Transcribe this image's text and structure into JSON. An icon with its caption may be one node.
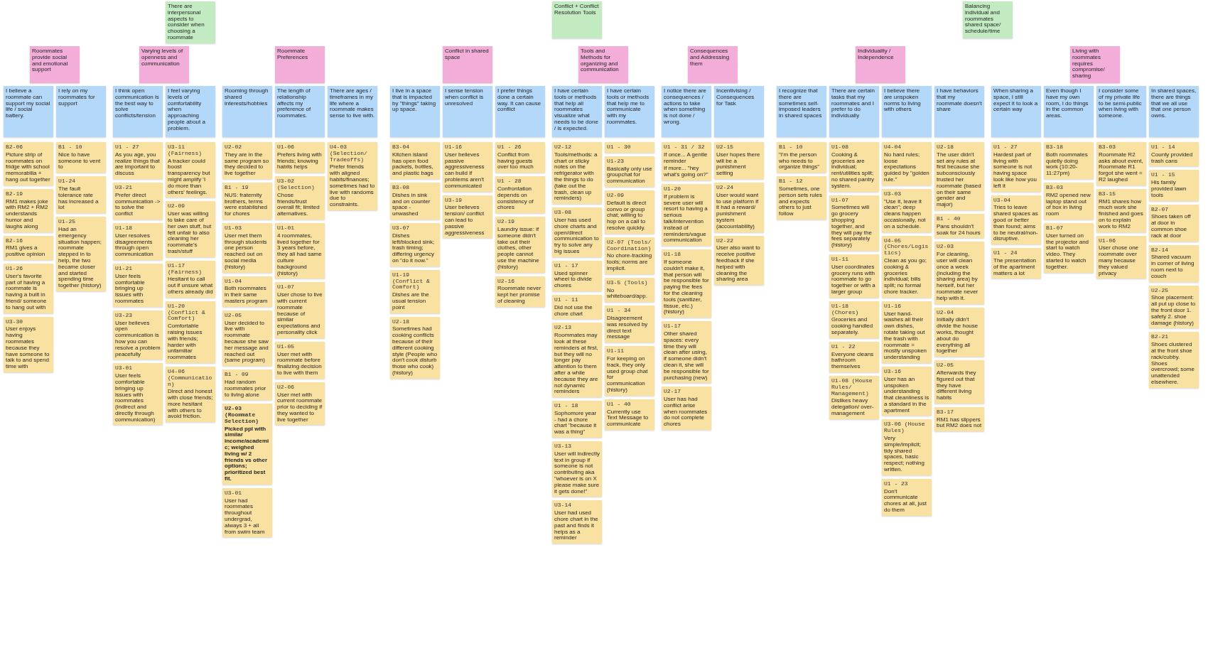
{
  "diagram": {
    "nodes": [
      {
        "text": [
          "There are interpersonal aspects to consider when choosing a roommate"
        ]
      },
      {
        "text": [
          "Conflict + Conflict Resolution Tools"
        ]
      },
      {
        "text": [
          "Balancing individual and roommates shared space/ schedule/time"
        ]
      },
      {
        "text": [
          "Roommates provide social and emotional support"
        ]
      },
      {
        "text": [
          "Varying levels of openness and communication"
        ]
      },
      {
        "text": [
          "Roommate Preferences"
        ]
      },
      {
        "text": [
          "Conflict in shared space"
        ]
      },
      {
        "text": [
          "Tools and Methods for organizing and communication"
        ]
      },
      {
        "text": [
          "Consequences and Addressing them"
        ]
      },
      {
        "text": [
          "Individuality / Independence"
        ]
      },
      {
        "text": [
          "Living with roommates requires compromise/ sharing"
        ]
      },
      {
        "text": [
          "I believe a roommate can support my social life / social battery."
        ]
      },
      {
        "text": [
          "I rely on my roommates for support"
        ]
      },
      {
        "text": [
          "I think open communication is the best way to solve conflicts/tension"
        ]
      },
      {
        "text": [
          "I feel varying levels of comfortability when approaching people about a problem."
        ]
      },
      {
        "text": [
          "Rooming through shared interests/hobbies"
        ]
      },
      {
        "text": [
          "The length of relationship affects my preference of roommates."
        ]
      },
      {
        "text": [
          "There are ages / timeframes in my life where a roommate makes sense to live with."
        ]
      },
      {
        "text": [
          "I live in a space that is impacted by \"things\" taking up space."
        ]
      },
      {
        "text": [
          "I sense tension when conflict is unresolved"
        ]
      },
      {
        "text": [
          "I prefer things done a certain way. It can cause conflict"
        ]
      },
      {
        "text": [
          "I have certain tools or methods that help all roommates visualize what needs to be done / is expected."
        ]
      },
      {
        "text": [
          "I have certain tools or methods that help me to communicate with my roommates."
        ]
      },
      {
        "text": [
          "I notice there are consequences / actions to take when something is not done / wrong."
        ]
      },
      {
        "text": [
          "Incentivising / Consequences for Task"
        ]
      },
      {
        "text": [
          "I recognize that there are sometimes self-imposed leaders in shared spaces"
        ]
      },
      {
        "text": [
          "There are certain tasks that my roommates and I prefer to do individually"
        ]
      },
      {
        "text": [
          "I believe there are unspoken norms to living with others"
        ]
      },
      {
        "text": [
          "I have behaviors that my roommate doesn't share"
        ]
      },
      {
        "text": [
          "When sharing a space, I still expect it to look a certain way"
        ]
      },
      {
        "text": [
          "Even though I have my own room, I do things in the common areas."
        ]
      },
      {
        "text": [
          "I consider some of my private life to be semi-public when living with someone."
        ]
      },
      {
        "text": [
          "In shared spaces, there are things that we all use that one person owns."
        ]
      },
      {
        "text": [
          "B2-06",
          "Picture strip of roommates on fridge with school memorabilia + hang out together"
        ]
      },
      {
        "text": [
          "B2-19",
          "RM1 makes joke with RM2 + RM2 understands humor and laughs along"
        ]
      },
      {
        "text": [
          "B2-16",
          "RM1 gives a positive opinion"
        ]
      },
      {
        "text": [
          "U1-26",
          "User's favorite part of having a roommate is having a built in friend/ someone to hang out with"
        ]
      },
      {
        "text": [
          "U3-30",
          "User enjoys having roommates because they have someone to talk to and spend time with"
        ]
      },
      {
        "text": [
          "B1 - 10",
          "Nice to have someone to vent to"
        ]
      },
      {
        "text": [
          "U1-24",
          "The fault tolerance rate has increased a lot"
        ]
      },
      {
        "text": [
          "U1-25",
          "Had an emergency situation happen; roommate stepped in to help, the two became closer and started spending time together (history)"
        ]
      },
      {
        "text": [
          "U1 - 27",
          "As you age, you realize things that are important to discuss"
        ]
      },
      {
        "text": [
          "U3-21",
          "Prefer direct communication -> to solve the conflict"
        ]
      },
      {
        "text": [
          "U1-18",
          "User resolves disagreements through open communication"
        ]
      },
      {
        "text": [
          "U1-21",
          "User feels comfortable bringing up issues with roommates"
        ]
      },
      {
        "text": [
          "U3-23",
          "User believes open communication is how you can resolve a problem peacefully"
        ]
      },
      {
        "text": [
          "U3-01",
          "User feels comfortable bringing up issues with roommates (indirect and directly through communication)"
        ]
      },
      {
        "text": [
          "U3-11 (Fairness)",
          "A tracker could boost transparency but might amplify 'I do more than others' feelings."
        ]
      },
      {
        "text": [
          "U2-09",
          "User was willing to take care of her own stuff, but felt unfair to also cleaning her roommate's trash/stuff"
        ]
      },
      {
        "text": [
          "U1-17 (Fairness)",
          "Hesitant to call out if unsure what others already did"
        ]
      },
      {
        "text": [
          "U1-20 (Conflict & Comfort)",
          "Comfortable raising issues with friends; harder with unfamiliar roommates"
        ]
      },
      {
        "text": [
          "U4-06 (Communication)",
          "Direct and honest with close friends; more hesitant with others to avoid friction."
        ]
      },
      {
        "text": [
          "U2-02",
          "They are in the same program so they decided to live together"
        ]
      },
      {
        "text": [
          "B1 - 19",
          "NUS: fraternity brothers, terms were established for chores"
        ]
      },
      {
        "text": [
          "U1-03",
          "User met them through students one person reached out on social media (history)"
        ]
      },
      {
        "text": [
          "U1-04",
          "Both roommates in their same masters program"
        ]
      },
      {
        "text": [
          "U2-05",
          "User decided to live with roommate because she saw her message and reached out (same program)"
        ]
      },
      {
        "text": [
          "B1 - 09",
          "Had random roommates prior to living alone"
        ]
      },
      {
        "text": [
          "U2-03 (Roommate Selection)",
          "Picked ppl with similar income/academic; weighed living w/ 2 friends vs other options; prioritized best fit."
        ]
      },
      {
        "text": [
          "U3-01",
          "User had roommates throughout undergrad, always 3 + all from swim team"
        ]
      },
      {
        "text": [
          "U1-06",
          "Prefers living with friends; knowing habits helps"
        ]
      },
      {
        "text": [
          "U3-02 (Selection)",
          "Chose friends/trust overall fit; limited alternatives."
        ]
      },
      {
        "text": [
          "U1-01",
          "4 roommates, lived together for 3 years before, they all had same culture background (history)"
        ]
      },
      {
        "text": [
          "U1-07",
          "User chose to live with current roommate because of similar expectations and personality click"
        ]
      },
      {
        "text": [
          "U1-05",
          "User met with roommate before finalizing decision to live with them"
        ]
      },
      {
        "text": [
          "U2-06",
          "User met with current roommate prior to deciding if they wanted to live together"
        ]
      },
      {
        "text": [
          "U4-03 (Selection/ Tradeoffs)",
          "Prefer friends with aligned habits/finances; sometimes had to live with randoms due to constraints."
        ]
      },
      {
        "text": [
          "B3-04",
          "Kitchen island has open food packets, bottles, and plastic bags"
        ]
      },
      {
        "text": [
          "B3-08",
          "Dishes in sink and on counter space - unwashed"
        ]
      },
      {
        "text": [
          "U3-07",
          "Dishes left/blocked sink; trash timing; differing urgency on \"do it now.\""
        ]
      },
      {
        "text": [
          "U1-19 (Conflict & Comfort)",
          "Dishes are the usual tension point"
        ]
      },
      {
        "text": [
          "U2-18",
          "Sometimes had cooking conflicts because of their different cooking style (People who don't cook disturb those who cook) (history)"
        ]
      },
      {
        "text": [
          "U1-16",
          "User believes passive aggressiveness can build if problems aren't communicated"
        ]
      },
      {
        "text": [
          "U3-19",
          "User believes tension/ conflict can lead to passive aggressiveness"
        ]
      },
      {
        "text": [
          "U1 - 26",
          "Conflict from having guests over too much"
        ]
      },
      {
        "text": [
          "U1 - 28",
          "Confrontation depends on consistency of chores"
        ]
      },
      {
        "text": [
          "U2-19",
          "Laundry issue: if someone didn't take out their clothes, other people cannot use the machine (history)"
        ]
      },
      {
        "text": [
          "U2-16",
          "Roommate never kept her promise of cleaning"
        ]
      },
      {
        "text": [
          "U2-12",
          "Tools/methods: a chart or sticky notes on the refrigerator with the things to do (take out the trash, clean up reminders)"
        ]
      },
      {
        "text": [
          "U3-08",
          "User has used chore charts and open/direct communication to try to solve any big issues"
        ]
      },
      {
        "text": [
          "U1 - 17",
          "Used spinner wheel to divide chores"
        ]
      },
      {
        "text": [
          "U1 - 11",
          "Did not use the chore chart"
        ]
      },
      {
        "text": [
          "U2-13",
          "Roommates may look at these reminders at first, but they will no longer pay attention to them after a while because they are not dynamic reminders"
        ]
      },
      {
        "text": [
          "U1 - 18",
          "Sophomore year - had a chore chart \"because it was a thing\""
        ]
      },
      {
        "text": [
          "U3-13",
          "User will indirectly text in group if someone is not contributing aka \"whoever is on X please make sure it gets done!\""
        ]
      },
      {
        "text": [
          "U3-14",
          "User had used chore chart in the past and finds it helps as a reminder"
        ]
      },
      {
        "text": [
          "U1 - 30"
        ]
      },
      {
        "text": [
          "U1-23",
          "Basically only use groupchat for communication"
        ]
      },
      {
        "text": [
          "U2-09",
          "Default is direct convo or group chat; willing to hop on a call to resolve quickly."
        ]
      },
      {
        "text": [
          "U2-07 (Tools/ Coordination)",
          "No chore-tracking tools; norms are implicit."
        ]
      },
      {
        "text": [
          "U3-5 (Tools)",
          "No whiteboard/app."
        ]
      },
      {
        "text": [
          "U1 - 34",
          "Disagreement was resolved by direct text message"
        ]
      },
      {
        "text": [
          "U1-11",
          "For keeping on track, they only used group chat for communication (history)"
        ]
      },
      {
        "text": [
          "U1 - 40",
          "Currently use Text Message to communicate"
        ]
      },
      {
        "text": [
          "U1 - 31 / 32",
          "If once... A gentle reminder",
          "If more... \"hey what's going on?\""
        ]
      },
      {
        "text": [
          "U1-20",
          "If problem is severe user will resort to having a serious talk/intervention instead of reminders/vague communication"
        ]
      },
      {
        "text": [
          "U1-18",
          "If someone couldn't make it, that person will be responsible for paying the fees for the cleaning tools (sanitizer, tissue, etc.) (history)"
        ]
      },
      {
        "text": [
          "U1-17",
          "Other shared spaces: every time they will clean after using, if someone didn't clean it, she will be responsible for purchasing (new)"
        ]
      },
      {
        "text": [
          "U2-17",
          "User has had conflict arise when roommates do not complete chores"
        ]
      },
      {
        "text": [
          "U2-15",
          "User hopes there will be a punishment setting"
        ]
      },
      {
        "text": [
          "U2-24",
          "User would want to use platform if it had a reward/ punishment system (accountability)"
        ]
      },
      {
        "text": [
          "U2-22",
          "User also want to receive positive feedback if she helped with cleaning the sharing area"
        ]
      },
      {
        "text": [
          "B1 - 10",
          "\"I'm the person who needs to organize things\""
        ]
      },
      {
        "text": [
          "B1 - 12",
          "Sometimes, one person sets rules and expects others to just follow"
        ]
      },
      {
        "text": [
          "U1-08",
          "Cooking & groceries are individual; rent/utilities split; no shared pantry system."
        ]
      },
      {
        "text": [
          "U1-07",
          "Sometimes will go grocery shopping together, and they will pay the fees separately (history)"
        ]
      },
      {
        "text": [
          "U1-11",
          "User coordinates grocery runs with roommate to go together or with a larger group"
        ]
      },
      {
        "text": [
          "U1-18 (Chores)",
          "Groceries and cooking handled separately."
        ]
      },
      {
        "text": [
          "U1 - 22",
          "Everyone cleans bathroom themselves"
        ]
      },
      {
        "text": [
          "U1-08 (House Rules/ Management)",
          "Dislikes heavy delegation/ over-management"
        ]
      },
      {
        "text": [
          "U4-04",
          "No hard rules; loose expectations guided by \"golden rule.\""
        ]
      },
      {
        "text": [
          "U3-03",
          "\"Use it, leave it clean\"; deep cleans happen occasionally, not on a schedule."
        ]
      },
      {
        "text": [
          "U4-05 (Chores/Logistics)",
          "Clean as you go; cooking & groceries individual; bills split; no formal chore tracker."
        ]
      },
      {
        "text": [
          "U1-16",
          "User hand-washes all their own dishes, rotate taking out the trash with roommate = mostly unspoken understanding"
        ]
      },
      {
        "text": [
          "U3-16",
          "User has an unspoken understanding that cleanliness is a standard in the apartment"
        ]
      },
      {
        "text": [
          "U3-06 (House Rules)",
          "Very simple/implicit; tidy shared spaces, basic respect; nothing written."
        ]
      },
      {
        "text": [
          "U1 - 23",
          "Don't communicate chores at all, just do them"
        ]
      },
      {
        "text": [
          "U2-18",
          "The user didn't set any rules at first because she subconsciously trusted her roommate (based on their same gender and major)"
        ]
      },
      {
        "text": [
          "B1 - 40",
          "Pans shouldn't soak for 24 hours"
        ]
      },
      {
        "text": [
          "U2-03",
          "For cleaning, user will clean once a week (including the sharing area) by herself, but her roommate never help with it."
        ]
      },
      {
        "text": [
          "U2-04",
          "Initially didn't divide the house works, thought about do everything all together"
        ]
      },
      {
        "text": [
          "U2-05",
          "Afterwards they figured out that they have different living habits"
        ]
      },
      {
        "text": [
          "B3-17",
          "RM1 has slippers but RM2 does not"
        ]
      },
      {
        "text": [
          "U1 - 27",
          "Hardest part of living with someone is not having space look like how you left it"
        ]
      },
      {
        "text": [
          "U3-04",
          "Tries to leave shared spaces as good or better than found; aims to be neutral/non-disruptive."
        ]
      },
      {
        "text": [
          "U1 - 24",
          "The presentation of the apartment matters a lot"
        ]
      },
      {
        "text": [
          "B3-18",
          "Both roommates quietly doing work (10:20-11:27pm)"
        ]
      },
      {
        "text": [
          "B3-03",
          "RM2 opened new laptop stand out of box in living room"
        ]
      },
      {
        "text": [
          "B1-07",
          "User turned on the projector and start to watch video. They started to watch together."
        ]
      },
      {
        "text": [
          "B3-03",
          "Roommate R2 asks about event, Roommate R1 forgot she went = R2 laughed"
        ]
      },
      {
        "text": [
          "B3-15",
          "RM1 shares how much work she finished and goes on to explain work to RM2"
        ]
      },
      {
        "text": [
          "U1-06",
          "User chose one roommate over many because they valued privacy"
        ]
      },
      {
        "text": [
          "U1 - 14",
          "County provided trash cans"
        ]
      },
      {
        "text": [
          "U1 - 15",
          "His family provided lawn tools"
        ]
      },
      {
        "text": [
          "B2-07",
          "Shoes taken off at door in common shoe rack at door"
        ]
      },
      {
        "text": [
          "B2-14",
          "Shared vacuum in corner of living room next to couch"
        ]
      },
      {
        "text": [
          "U2-25",
          "Shoe placement: all put up close to the front door 1. safety 2. shoe damage (history)"
        ]
      },
      {
        "text": [
          "B2-21",
          "Shoes clustered at the front shoe rack/cubby. Shoes overcrowd; some unattended elsewhere."
        ]
      }
    ]
  }
}
